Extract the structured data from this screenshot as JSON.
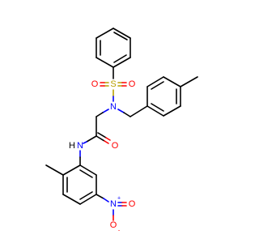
{
  "colors": {
    "bond": "#000000",
    "O": "#ff0000",
    "N": "#0000ff",
    "S": "#b8a000",
    "H": "#000000",
    "background": "#ffffff"
  },
  "atoms": {
    "S1": {
      "symbol": "S"
    },
    "O_s1": {
      "symbol": "O"
    },
    "O_s2": {
      "symbol": "O"
    },
    "N_sulf": {
      "symbol": "N"
    },
    "O_amide": {
      "symbol": "O"
    },
    "N_amide": {
      "symbol": "N",
      "h": "H"
    },
    "N_nitro": {
      "symbol": "N",
      "charge": "+"
    },
    "O_n1": {
      "symbol": "O"
    },
    "O_n2": {
      "symbol": "O",
      "charge": "-"
    }
  }
}
